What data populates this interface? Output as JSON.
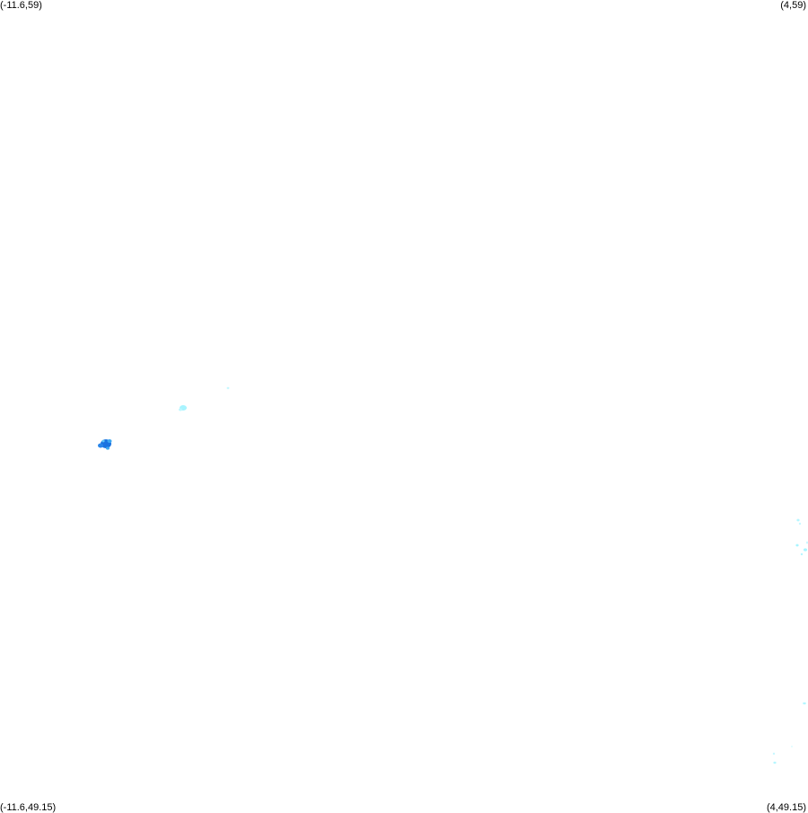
{
  "corners": {
    "top_left": "(-11.6,59)",
    "top_right": "(4,59)",
    "bottom_left": "(-11.6,49.15)",
    "bottom_right": "(4,49.15)"
  },
  "colors": {
    "background": "#ffffff",
    "density_high": "#1a73e0",
    "density_mid": "#3aa6f0",
    "density_low": "#a8f4ff"
  }
}
